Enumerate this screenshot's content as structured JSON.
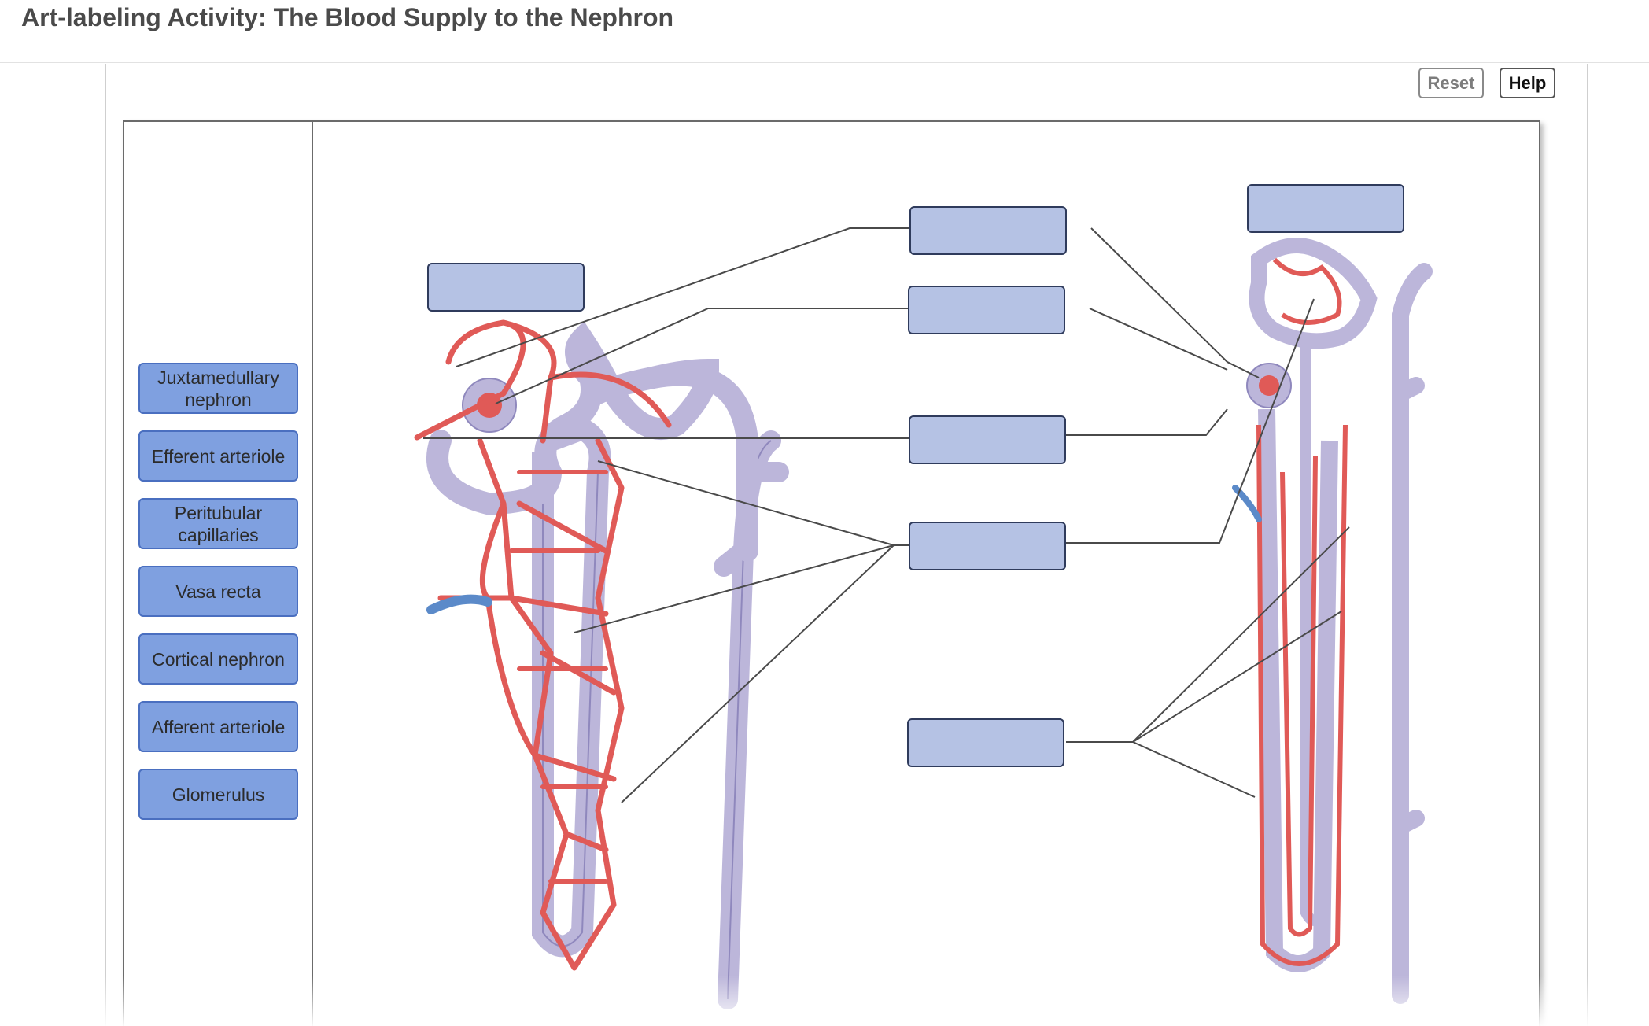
{
  "header": {
    "title": "Art-labeling Activity: The Blood Supply to the Nephron"
  },
  "toolbar": {
    "reset_label": "Reset",
    "help_label": "Help"
  },
  "label_bank": [
    {
      "name": "label-juxtamedullary-nephron",
      "text": "Juxtamedullary nephron"
    },
    {
      "name": "label-efferent-arteriole",
      "text": "Efferent arteriole"
    },
    {
      "name": "label-peritubular-capillaries",
      "text": "Peritubular capillaries"
    },
    {
      "name": "label-vasa-recta",
      "text": "Vasa recta"
    },
    {
      "name": "label-cortical-nephron",
      "text": "Cortical nephron"
    },
    {
      "name": "label-afferent-arteriole",
      "text": "Afferent arteriole"
    },
    {
      "name": "label-glomerulus",
      "text": "Glomerulus"
    }
  ],
  "drop_targets": {
    "count": 7,
    "state": "empty"
  },
  "colors": {
    "chip_fill": "#7fa0e0",
    "drop_fill": "#b5c2e4",
    "vessel_red": "#e05a57",
    "tubule_lavender": "#bcb6da",
    "vein_blue": "#5b8ac9"
  }
}
